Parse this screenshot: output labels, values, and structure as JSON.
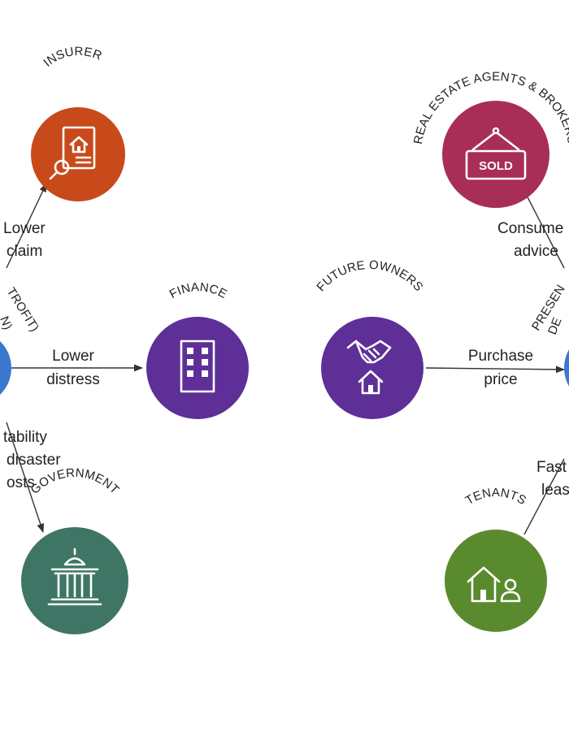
{
  "nodes": {
    "insurer": {
      "title": "INSURER",
      "color": "#c84a1a",
      "icon": "house-document-magnifier-icon"
    },
    "finance": {
      "title": "FINANCE",
      "color": "#5e2f96",
      "icon": "office-building-icon"
    },
    "government": {
      "title": "GOVERNMENT",
      "color": "#3f7565",
      "icon": "government-building-icon"
    },
    "future_owners": {
      "title": "FUTURE OWNERS",
      "color": "#5e2f96",
      "icon": "handshake-house-icon"
    },
    "real_estate": {
      "title": "REAL ESTATE AGENTS & BROKERS",
      "color": "#a82e57",
      "icon": "sold-sign-icon",
      "sign_text": "SOLD"
    },
    "tenants": {
      "title": "TENANTS",
      "color": "#5a8a2e",
      "icon": "house-person-icon"
    },
    "left_hub": {
      "title_fragment_1": "TROFIT)",
      "title_fragment_2": "N)",
      "color": "#3a78d0"
    },
    "right_hub": {
      "title_fragment_1": "PRESEN",
      "title_fragment_2": "DE",
      "color": "#3a78d0"
    }
  },
  "edges": {
    "to_insurer": {
      "line1": "Lower",
      "line2": "claim"
    },
    "to_finance": {
      "line1": "Lower",
      "line2": "distress"
    },
    "to_government": {
      "line1": "tability",
      "line2": "disaster",
      "line3": "osts"
    },
    "future_owners_link": {
      "line1": "Purchase",
      "line2": "price"
    },
    "real_estate_link": {
      "line1": "Consume",
      "line2": "advice"
    },
    "tenants_link": {
      "line1": "Fast",
      "line2": "leas"
    }
  }
}
